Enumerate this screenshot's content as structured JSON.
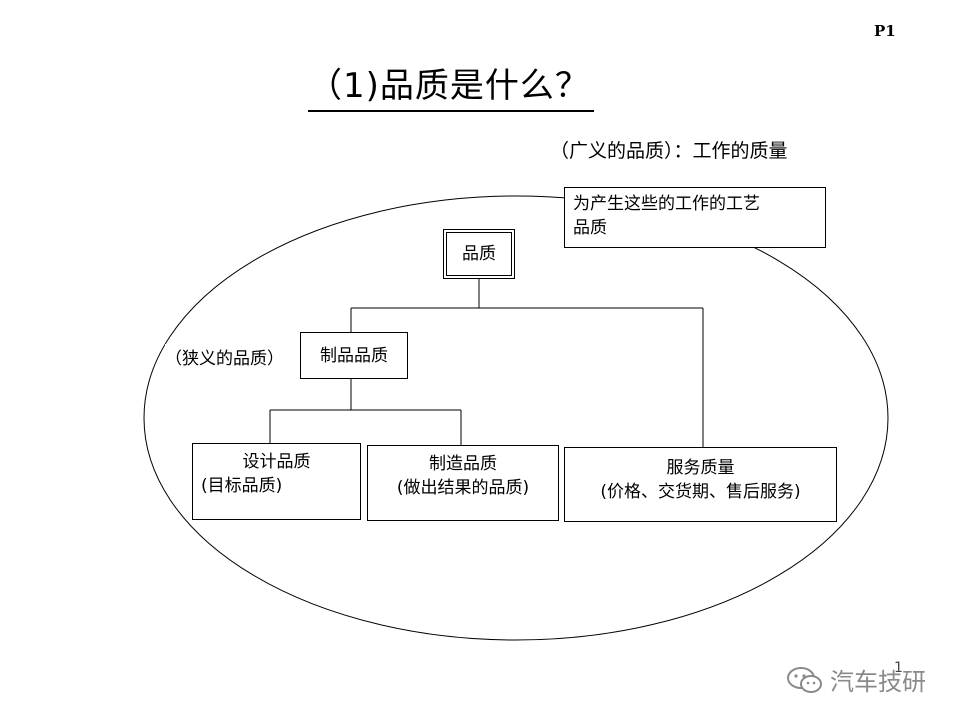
{
  "page_number": "P1",
  "title": "（1)品质是什么？",
  "broad_definition": "（广义的品质）：工作的质量",
  "narrow_definition": "（狭义的品质）",
  "nodes": {
    "quality": "品质",
    "process_quality": [
      "为产生这些的工作的工艺",
      "品质"
    ],
    "product_quality": "制品品质",
    "design_quality": [
      "设计品质",
      "(目标品质)"
    ],
    "manufacture_quality": [
      "制造品质",
      "(做出结果的品质)"
    ],
    "service_quality": [
      "服务质量",
      "(价格、交货期、售后服务)"
    ]
  },
  "watermark": "汽车技研",
  "corner_mark": "1"
}
